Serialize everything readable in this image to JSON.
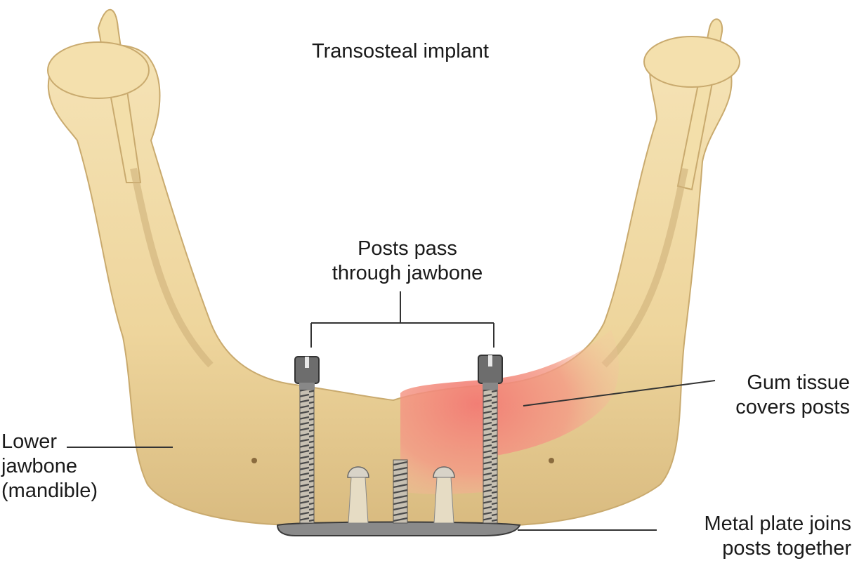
{
  "title": "Transosteal implant",
  "labels": {
    "posts": [
      "Posts pass",
      "through jawbone"
    ],
    "gum": [
      "Gum tissue",
      "covers posts"
    ],
    "lower_jaw": [
      "Lower",
      "jawbone",
      "(mandible)"
    ],
    "plate": [
      "Metal plate joins",
      "posts together"
    ]
  },
  "colors": {
    "bone": "#f0d9a4",
    "bone_shadow": "#d2b478",
    "gum": "#f08a7e",
    "metal": "#6d6d6d",
    "leader": "#333333"
  }
}
